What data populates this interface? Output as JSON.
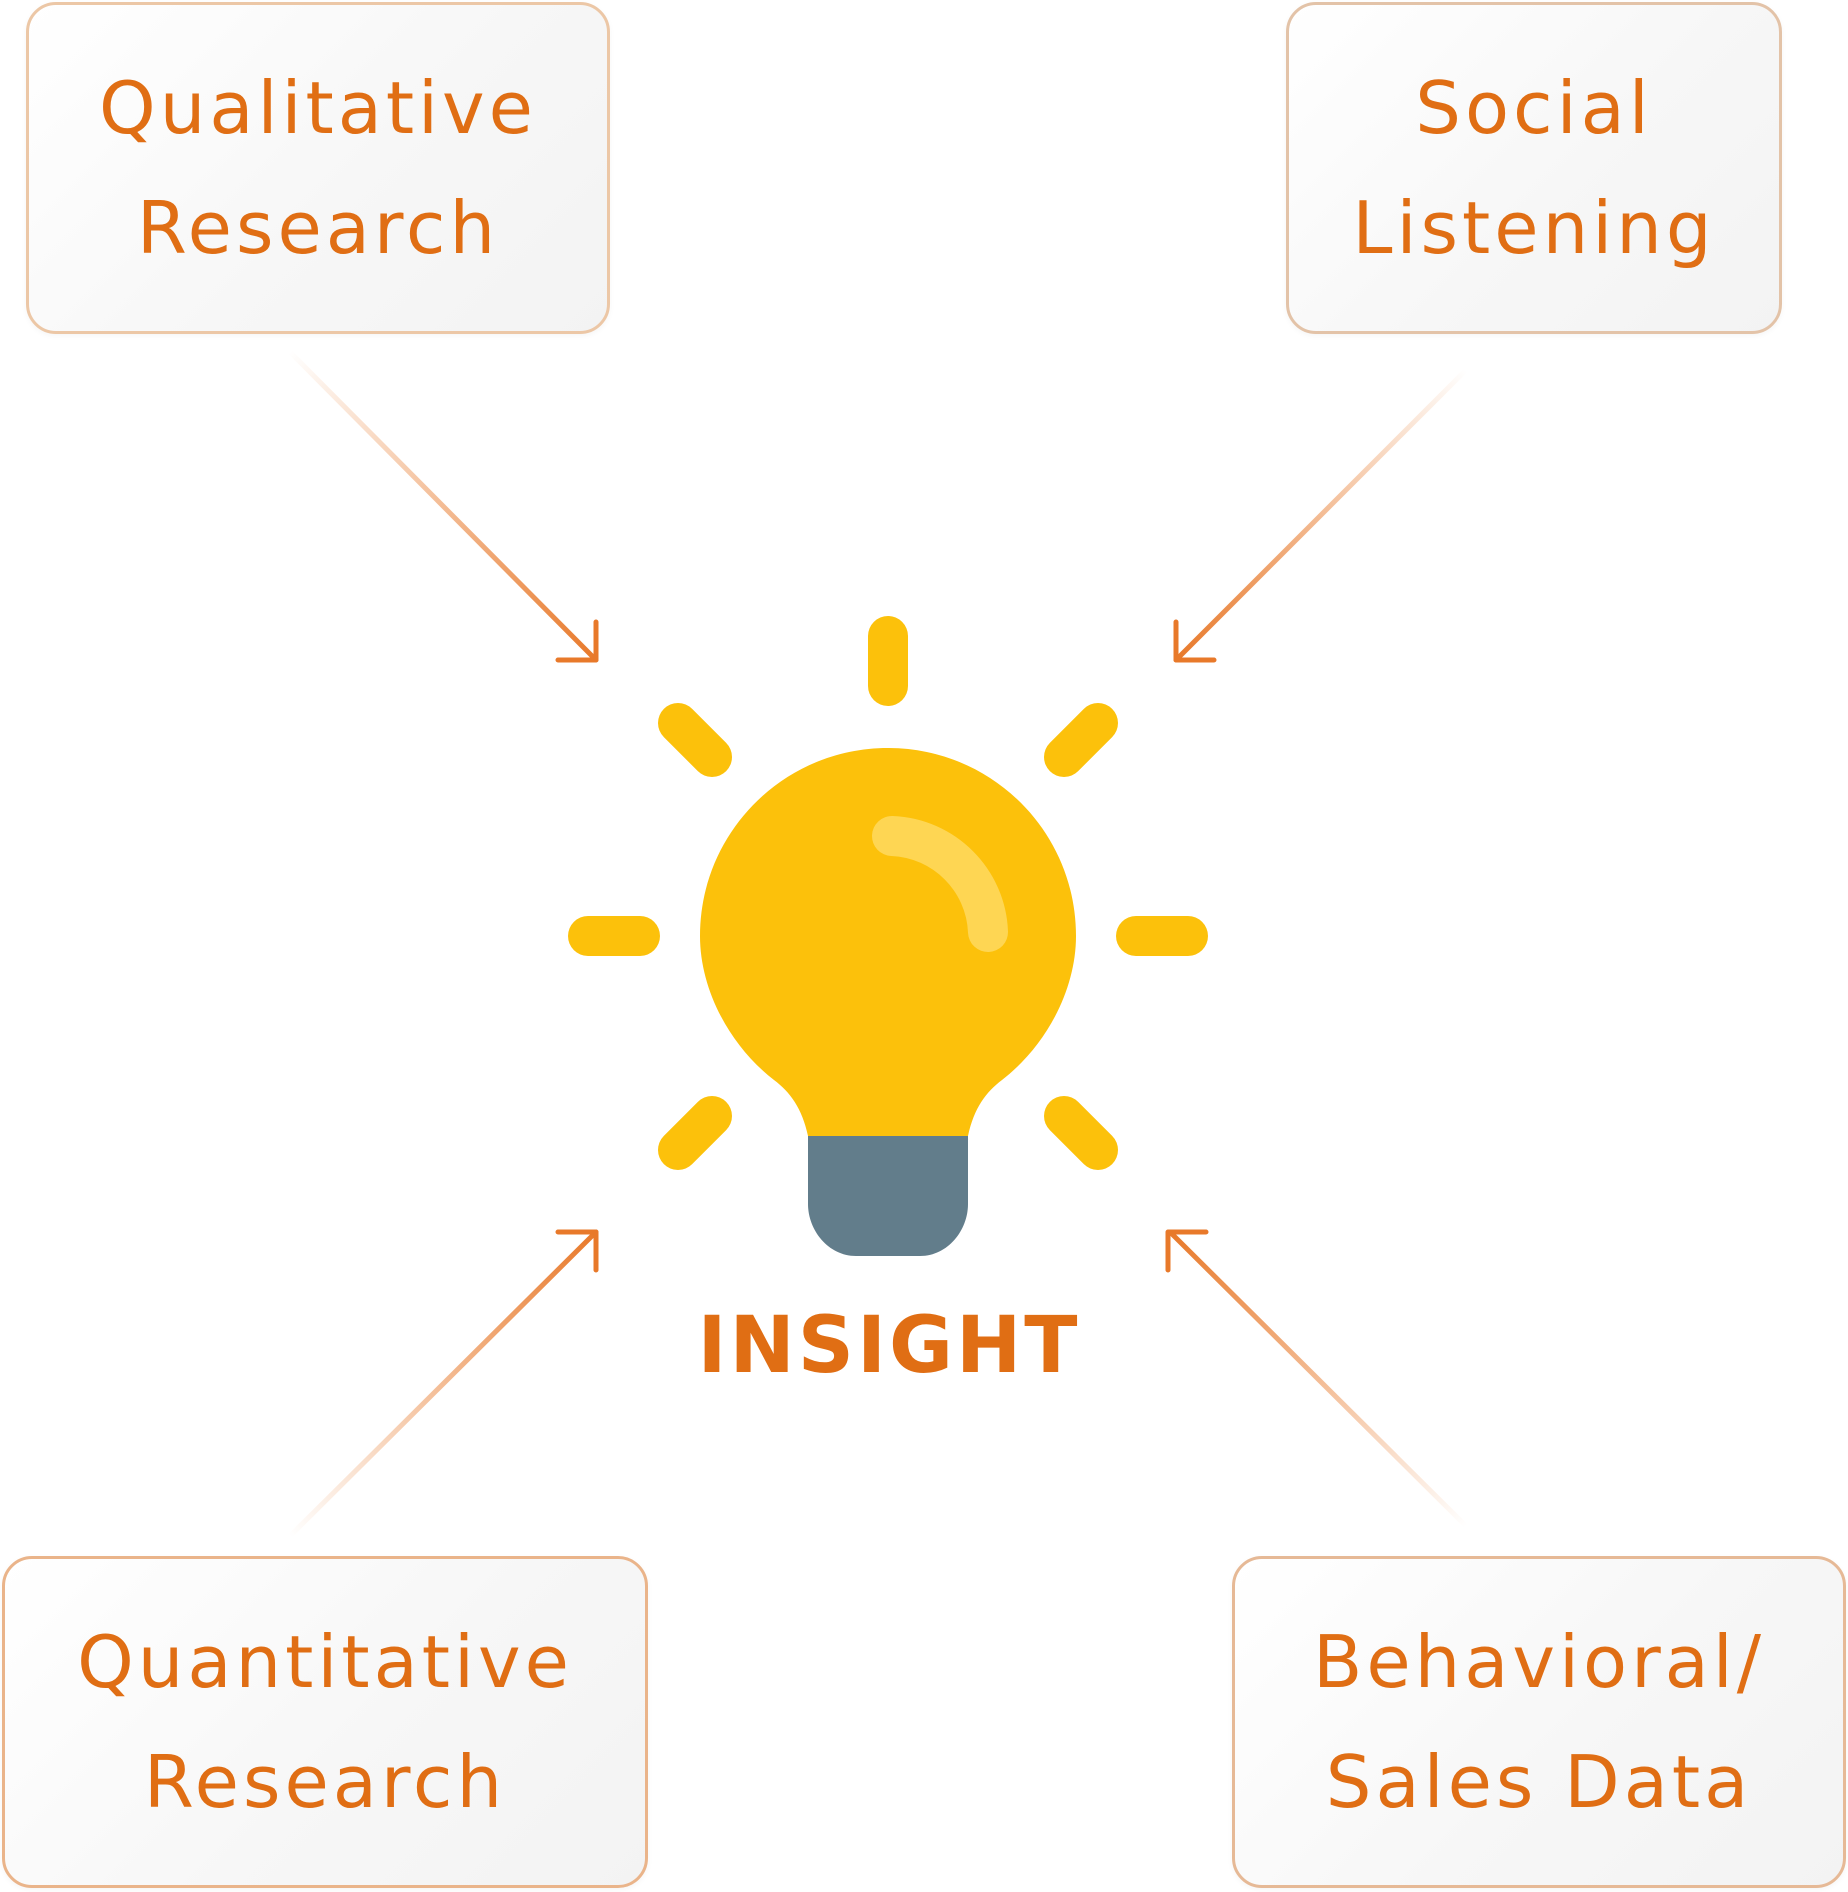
{
  "diagram": {
    "center": {
      "label": "INSIGHT",
      "icon": "lightbulb-icon"
    },
    "sources": [
      {
        "id": "qualitative",
        "label": "Qualitative\nResearch"
      },
      {
        "id": "social",
        "label": "Social\nListening"
      },
      {
        "id": "quantitative",
        "label": "Quantitative\nResearch"
      },
      {
        "id": "behavioral",
        "label": "Behavioral/\nSales Data"
      }
    ],
    "colors": {
      "text": "#e06e14",
      "arrow": "#e8792a",
      "bulb": "#fcc10b",
      "bulb_highlight": "#fed653",
      "bulb_base": "#627d8b",
      "box_border": "#e9b98f"
    }
  }
}
